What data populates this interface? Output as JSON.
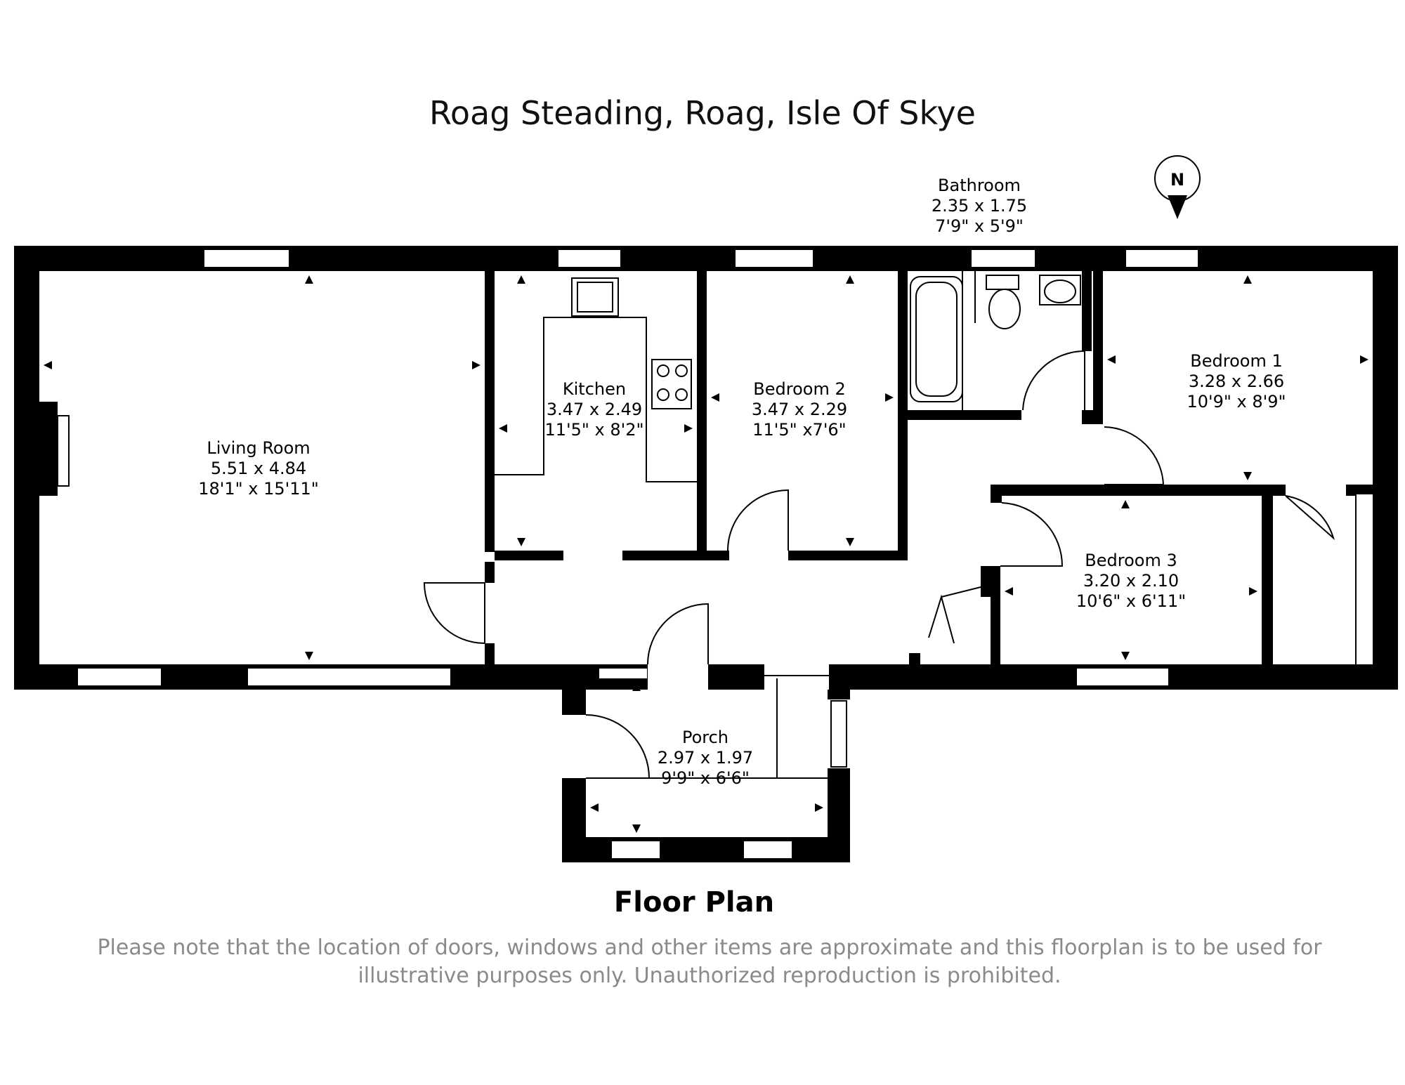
{
  "title": "Roag Steading, Roag, Isle Of Skye",
  "subtitle": "Floor Plan",
  "disclaimer": "Please note that the location of doors, windows and other items are approximate and this floorplan is to be used for illustrative purposes only. Unauthorized reproduction is prohibited.",
  "compass": {
    "label": "N"
  },
  "rooms": [
    {
      "name": "Living Room",
      "metric": "5.51 x 4.84",
      "imperial": "18'1\" x 15'11\""
    },
    {
      "name": "Kitchen",
      "metric": "3.47 x 2.49",
      "imperial": "11'5\" x 8'2\""
    },
    {
      "name": "Bedroom 2",
      "metric": "3.47 x 2.29",
      "imperial": "11'5\" x7'6\""
    },
    {
      "name": "Bathroom",
      "metric": "2.35 x 1.75",
      "imperial": "7'9\" x 5'9\""
    },
    {
      "name": "Bedroom 1",
      "metric": "3.28 x 2.66",
      "imperial": "10'9\" x 8'9\""
    },
    {
      "name": "Bedroom 3",
      "metric": "3.20 x 2.10",
      "imperial": "10'6\" x 6'11\""
    },
    {
      "name": "Porch",
      "metric": "2.97 x 1.97",
      "imperial": "9'9\" x 6'6\""
    }
  ]
}
